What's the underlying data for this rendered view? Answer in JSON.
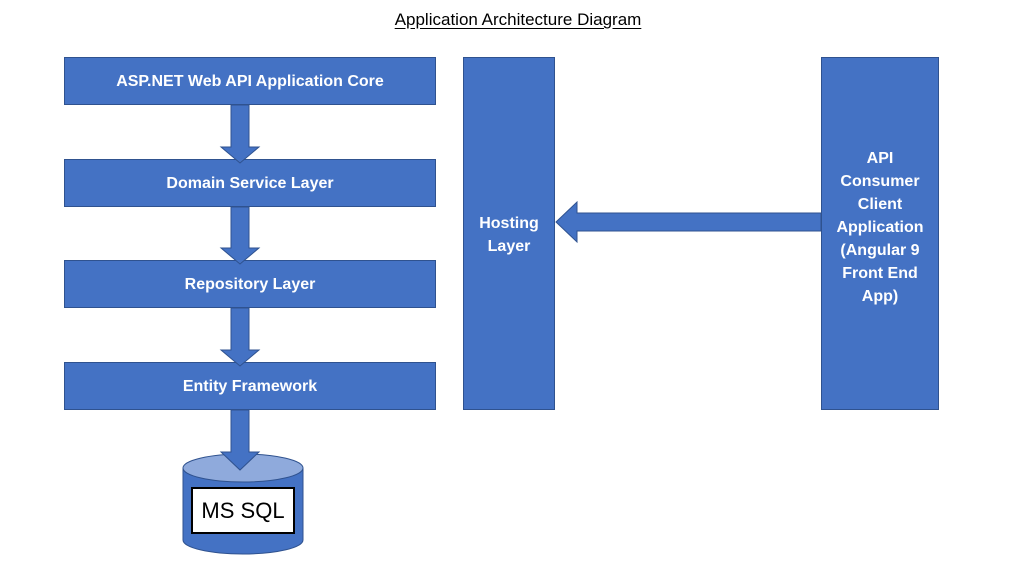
{
  "diagram": {
    "title": "Application Architecture Diagram",
    "layers": [
      {
        "id": "core",
        "label": "ASP.NET Web API Application Core"
      },
      {
        "id": "domain",
        "label": "Domain Service Layer"
      },
      {
        "id": "repository",
        "label": "Repository Layer"
      },
      {
        "id": "ef",
        "label": "Entity Framework"
      }
    ],
    "database": {
      "label": "MS SQL"
    },
    "hosting": {
      "label": "Hosting\nLayer"
    },
    "client": {
      "label": "API\nConsumer\nClient\nApplication\n(Angular 9\nFront End\nApp)"
    },
    "colors": {
      "box_fill": "#4472c4",
      "box_border": "#2f528f",
      "db_fill": "#4472c4",
      "db_top": "#8faadc"
    }
  }
}
